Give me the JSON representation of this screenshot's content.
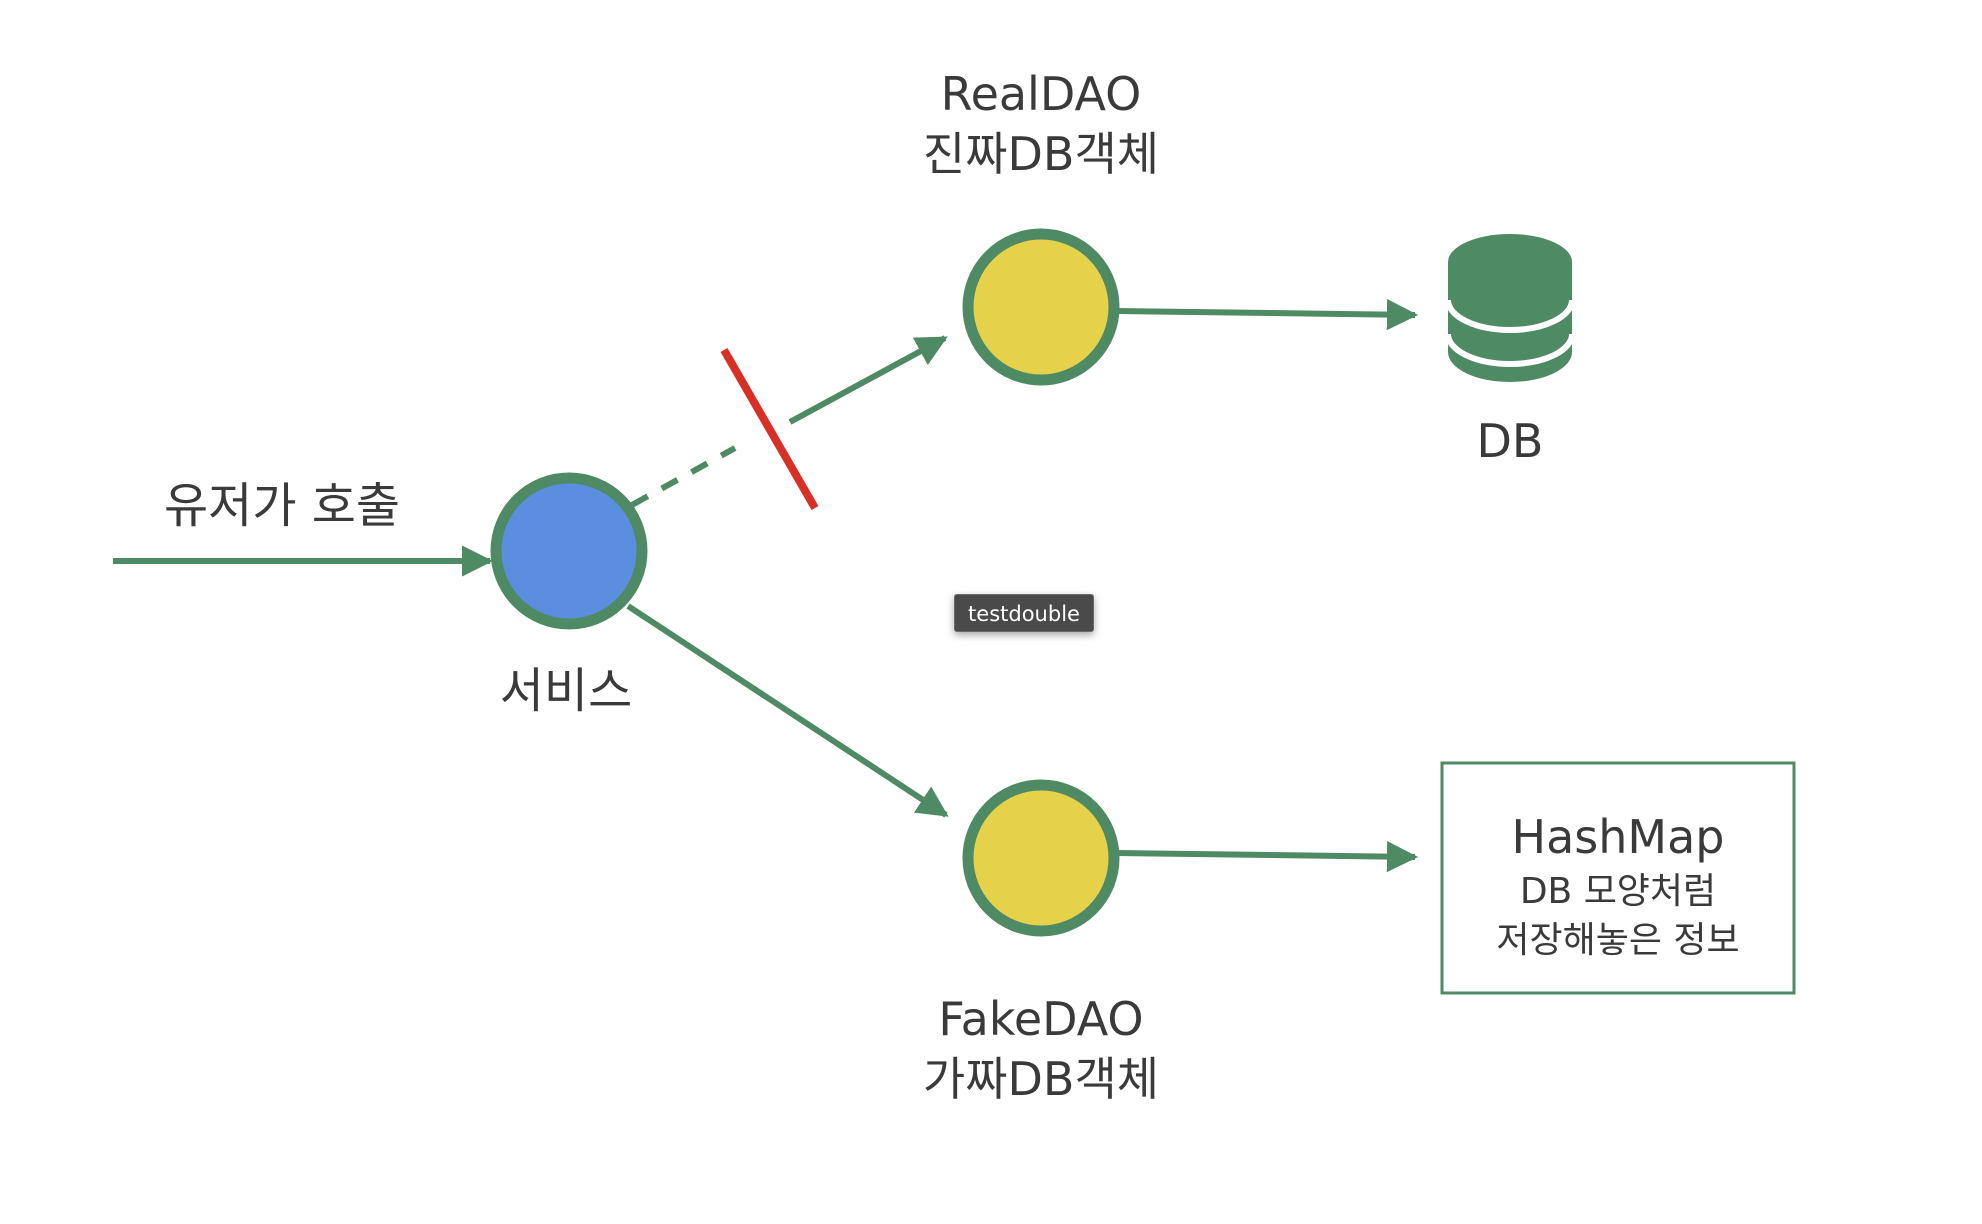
{
  "colors": {
    "line": "#4e8b65",
    "service_node": "#5b8ede",
    "dao_node": "#e6d14a",
    "node_stroke": "#4e8b65",
    "cut_mark": "#d93025",
    "text": "#3a3a3a",
    "tooltip_bg": "#4a4a4a"
  },
  "labels": {
    "user_call": "유저가 호출",
    "service": "서비스",
    "real_dao_name": "RealDAO",
    "real_dao_desc": "진짜DB객체",
    "db": "DB",
    "fake_dao_name": "FakeDAO",
    "fake_dao_desc": "가짜DB객체",
    "hashmap_title": "HashMap",
    "hashmap_line1": "DB 모양처럼",
    "hashmap_line2": "저장해놓은 정보"
  },
  "tooltip": {
    "text": "testdouble"
  },
  "icons": {
    "db": "database-icon"
  }
}
